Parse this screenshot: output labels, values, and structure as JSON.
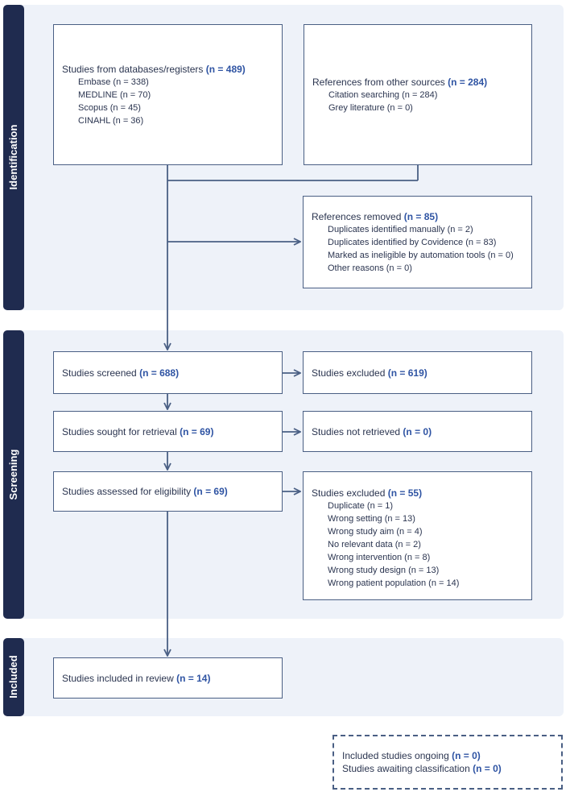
{
  "phases": {
    "identification": "Identification",
    "screening": "Screening",
    "included": "Included"
  },
  "databases": {
    "label": "Studies from databases/registers",
    "count": "(n = 489)",
    "items": [
      "Embase (n = 338)",
      "MEDLINE (n = 70)",
      "Scopus (n = 45)",
      "CINAHL (n = 36)"
    ]
  },
  "other_sources": {
    "label": "References from other sources",
    "count": "(n = 284)",
    "items": [
      "Citation searching (n = 284)",
      "Grey literature (n = 0)"
    ]
  },
  "removed": {
    "label": "References removed",
    "count": "(n = 85)",
    "items": [
      "Duplicates identified manually (n = 2)",
      "Duplicates identified by Covidence (n = 83)",
      "Marked as ineligible by automation tools (n = 0)",
      "Other reasons (n = 0)"
    ]
  },
  "screened": {
    "label": "Studies screened",
    "count": "(n = 688)"
  },
  "excluded_screen": {
    "label": "Studies excluded",
    "count": "(n = 619)"
  },
  "sought": {
    "label": "Studies sought for retrieval",
    "count": "(n = 69)"
  },
  "not_retrieved": {
    "label": "Studies not retrieved",
    "count": "(n = 0)"
  },
  "assessed": {
    "label": "Studies assessed for eligibility",
    "count": "(n = 69)"
  },
  "excluded_full": {
    "label": "Studies excluded",
    "count": "(n = 55)",
    "items": [
      "Duplicate (n = 1)",
      "Wrong setting (n = 13)",
      "Wrong study aim (n = 4)",
      "No relevant data (n = 2)",
      "Wrong intervention (n = 8)",
      "Wrong study design (n = 13)",
      "Wrong patient population (n = 14)"
    ]
  },
  "included_review": {
    "label": "Studies included in review",
    "count": "(n = 14)"
  },
  "ongoing": {
    "ongoing_label": "Included studies ongoing",
    "ongoing_count": "(n = 0)",
    "awaiting_label": "Studies awaiting classification",
    "awaiting_count": "(n = 0)"
  },
  "colors": {
    "band": "#eef2f9",
    "tab": "#1f2b4f",
    "line": "#4a5f84",
    "highlight": "#2f54a3"
  }
}
